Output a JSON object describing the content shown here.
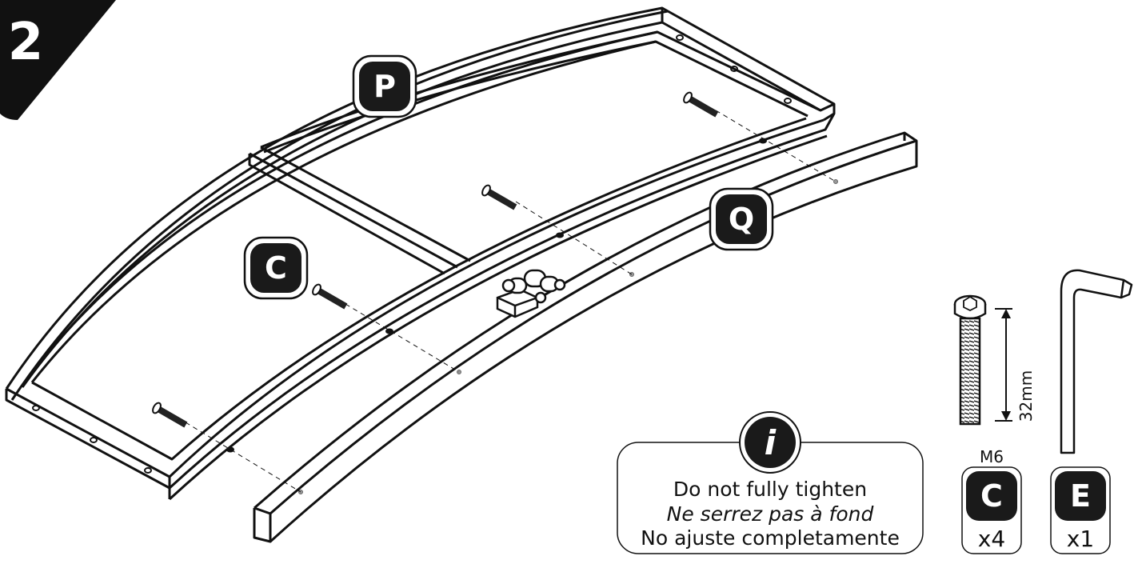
{
  "step": {
    "number": "2"
  },
  "part_labels": {
    "frame": "P",
    "rail": "Q",
    "bolt": "C"
  },
  "note": {
    "icon": "i",
    "lines": [
      "Do not fully tighten",
      "Ne serrez pas à fond",
      "No ajuste completamente"
    ]
  },
  "hardware": [
    {
      "letter": "C",
      "spec": "M6",
      "length": "32mm",
      "quantity": "x4"
    },
    {
      "letter": "E",
      "quantity": "x1"
    }
  ],
  "colors": {
    "ink": "#111111",
    "badge_fill": "#1a1a1a",
    "background": "#ffffff",
    "hole_gray": "#999999"
  }
}
